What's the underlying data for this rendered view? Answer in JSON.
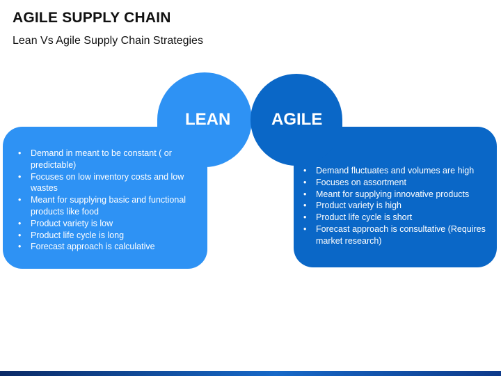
{
  "slide": {
    "title": "AGILE SUPPLY CHAIN",
    "subtitle": "Lean Vs Agile Supply Chain Strategies"
  },
  "lean": {
    "heading": "LEAN",
    "color": "#2e92f4",
    "items": [
      "Demand in meant to be constant ( or predictable)",
      "Focuses on low inventory costs and low wastes",
      "Meant for supplying basic and functional products like food",
      "Product variety is low",
      "Product life cycle is long",
      "Forecast approach is calculative"
    ]
  },
  "agile": {
    "heading": "AGILE",
    "color": "#0a67c7",
    "items": [
      "Demand fluctuates and volumes are high",
      "Focuses on assortment",
      "Meant for supplying innovative products",
      "Product variety is high",
      "Product life cycle is short",
      "Forecast approach is consultative (Requires market research)"
    ]
  }
}
